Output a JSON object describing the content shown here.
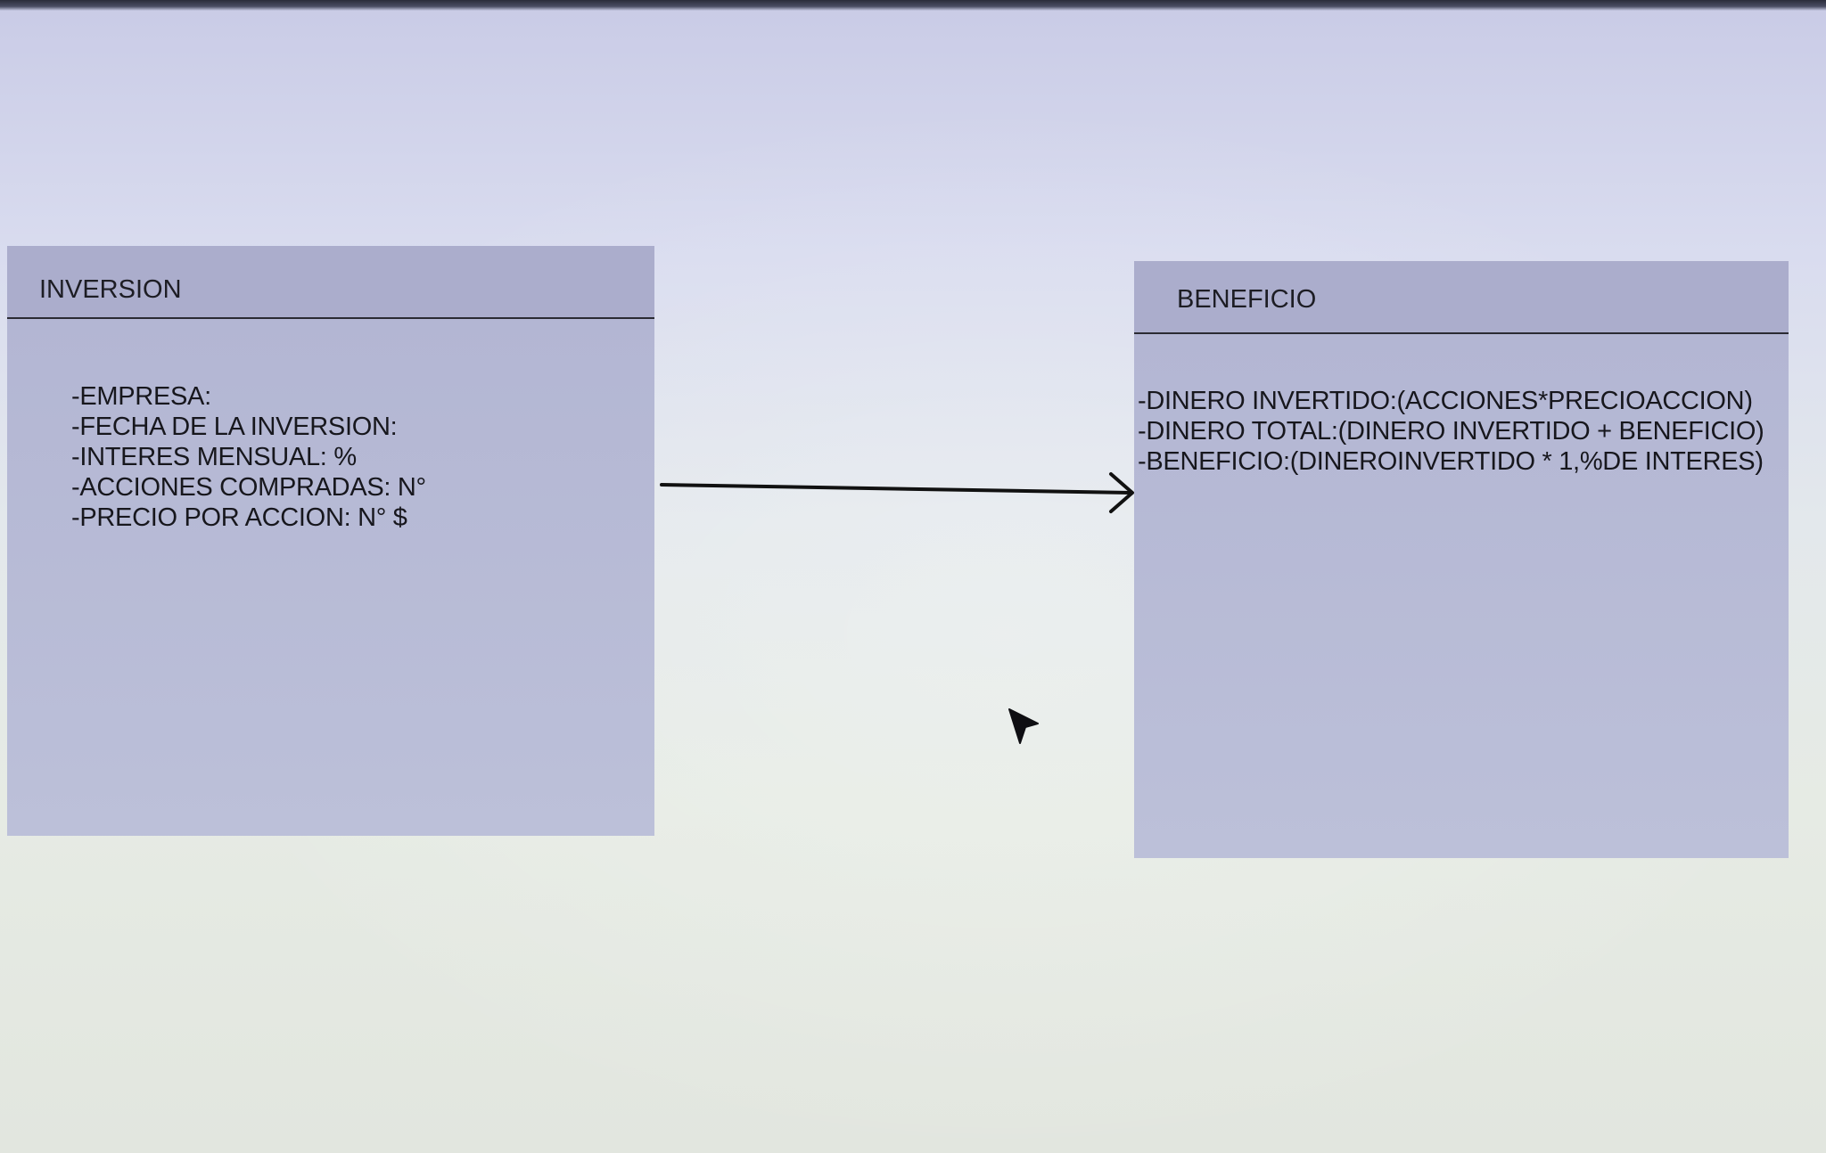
{
  "diagram": {
    "classes": [
      {
        "name": "INVERSION",
        "attributes": [
          "-EMPRESA:",
          "-FECHA DE LA INVERSION:",
          "-INTERES MENSUAL: %",
          "-ACCIONES COMPRADAS: N°",
          "-PRECIO POR ACCION: N° $"
        ]
      },
      {
        "name": "BENEFICIO",
        "attributes": [
          "-DINERO INVERTIDO:(ACCIONES*PRECIOACCION)",
          "-DINERO TOTAL:(DINERO INVERTIDO + BENEFICIO)",
          "-BENEFICIO:(DINEROINVERTIDO * 1,%DE INTERES)"
        ]
      }
    ],
    "relations": [
      {
        "from": "INVERSION",
        "to": "BENEFICIO",
        "type": "directed-association"
      }
    ]
  },
  "colors": {
    "class_header": "#abadcc",
    "class_body": "#b9bcd8",
    "line": "#111111"
  },
  "icons": {
    "pointer": "mouse-pointer-icon"
  }
}
